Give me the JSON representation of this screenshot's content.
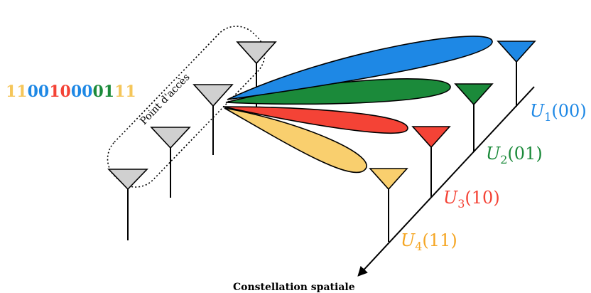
{
  "bitstream": {
    "groups": [
      {
        "bits": "11",
        "color": "#f5c65a"
      },
      {
        "bits": "00",
        "color": "#1e88e5"
      },
      {
        "bits": "10",
        "color": "#f44336"
      },
      {
        "bits": "00",
        "color": "#1e88e5"
      },
      {
        "bits": "01",
        "color": "#1b8a3a"
      },
      {
        "bits": "11",
        "color": "#f5c65a"
      }
    ]
  },
  "access_point": {
    "label": "Point d'accès",
    "antenna_color": "#d0d0d0"
  },
  "users": [
    {
      "id": "U1",
      "name": "U",
      "index": "1",
      "code": "(00)",
      "color": "#1e88e5"
    },
    {
      "id": "U2",
      "name": "U",
      "index": "2",
      "code": "(01)",
      "color": "#1b8a3a"
    },
    {
      "id": "U3",
      "name": "U",
      "index": "3",
      "code": "(10)",
      "color": "#f44336"
    },
    {
      "id": "U4",
      "name": "U",
      "index": "4",
      "code": "(11)",
      "color": "#f5a623"
    }
  ],
  "beam_colors": [
    "#1e88e5",
    "#1b8a3a",
    "#f44336",
    "#f9cf6e"
  ],
  "user_antenna_colors": [
    "#1e88e5",
    "#1b8a3a",
    "#f44336",
    "#f9cf6e"
  ],
  "axis": {
    "label": "Constellation spatiale"
  }
}
